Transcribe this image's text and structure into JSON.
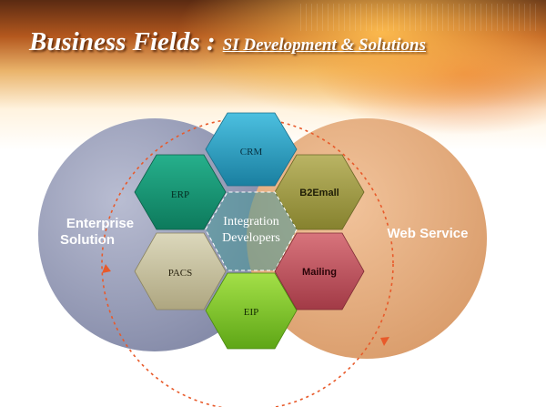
{
  "slide": {
    "title_main": "Business Fields :",
    "title_sub": "SI Development & Solutions"
  },
  "circles": {
    "left_line1": "Enterprise",
    "left_line2": "Solution",
    "right": "Web Service"
  },
  "center": {
    "line1": "Integration",
    "line2": "Developers"
  },
  "hexagons": {
    "crm": "CRM",
    "erp": "ERP",
    "b2email": "B2Emall",
    "pacs": "PACS",
    "mailing": "Mailing",
    "eip": "EIP"
  },
  "colors": {
    "left_circle": "#9a9fba",
    "right_circle": "#e0a878",
    "crm": "#2c9ec0",
    "erp": "#199476",
    "b2email": "#a09c46",
    "pacs": "#c6c09c",
    "mailing": "#c0525c",
    "eip": "#7ec62e",
    "orbit": "#e85a2a"
  }
}
